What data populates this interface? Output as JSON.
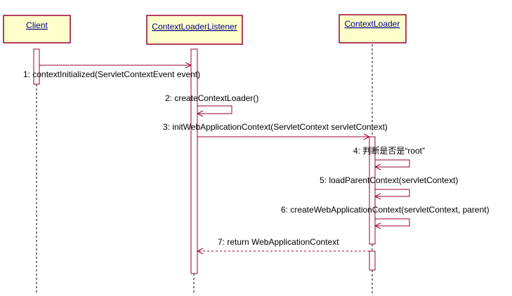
{
  "participants": [
    {
      "id": "client",
      "label": "Client"
    },
    {
      "id": "listener",
      "label": "ContextLoaderListener"
    },
    {
      "id": "loader",
      "label": "ContextLoader"
    }
  ],
  "messages": [
    {
      "id": "m1",
      "label": "1: contextInitialized(ServletContextEvent event)"
    },
    {
      "id": "m2",
      "label": "2: createContextLoader()"
    },
    {
      "id": "m3",
      "label": "3: initWebApplicationContext(ServletContext servletContext)"
    },
    {
      "id": "m4",
      "label": "4: 判断是否是“root”"
    },
    {
      "id": "m5",
      "label": "5: loadParentContext(servletContext)"
    },
    {
      "id": "m6",
      "label": "6: createWebApplicationContext(servletContext, parent)"
    },
    {
      "id": "m7",
      "label": "7: return WebApplicationContext"
    }
  ],
  "colors": {
    "box_fill": "#ffffcc",
    "box_stroke": "#990033",
    "label_text": "#000080",
    "message_line": "#990033"
  }
}
